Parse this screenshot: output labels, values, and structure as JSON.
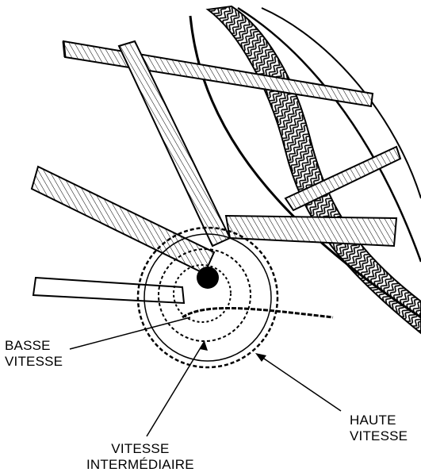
{
  "labels": {
    "low_gear": [
      "BASSE",
      "VITESSE"
    ],
    "middle_gear": [
      "VITESSE",
      "INTERMÉDIAIRE"
    ],
    "high_gear": [
      "HAUTE",
      "VITESSE"
    ]
  },
  "colors": {
    "ink": "#000000",
    "paper": "#ffffff"
  }
}
